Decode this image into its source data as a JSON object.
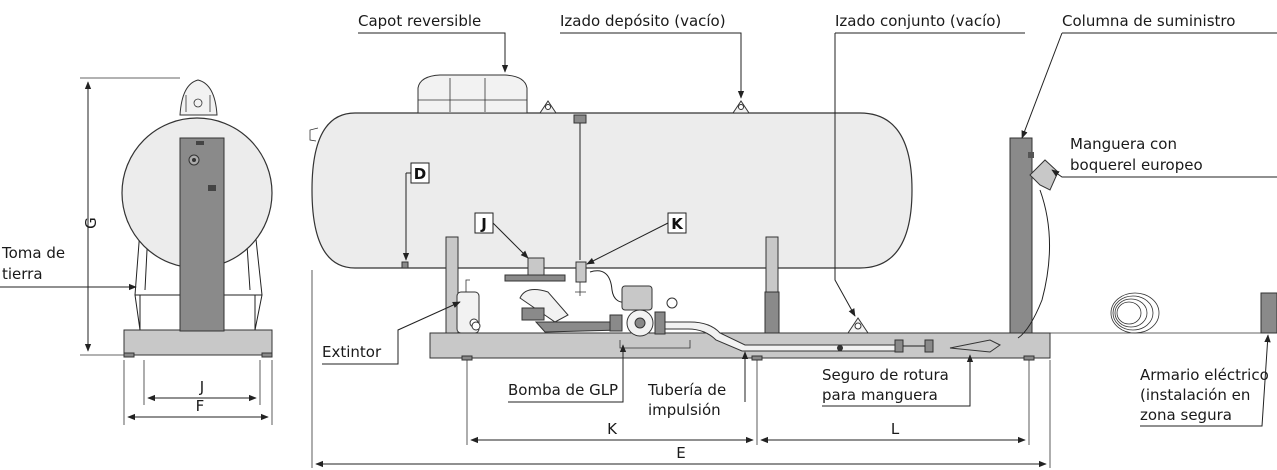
{
  "labels": {
    "capot": "Capot reversible",
    "izado_deposito": "Izado depósito (vacío)",
    "izado_conjunto": "Izado conjunto (vacío)",
    "columna": "Columna de suministro",
    "manguera_1": "Manguera con",
    "manguera_2": "boquerel europeo",
    "toma_1": "Toma de",
    "toma_2": "tierra",
    "extintor": "Extintor",
    "bomba": "Bomba de GLP",
    "tuberia_1": "Tubería de",
    "tuberia_2": "impulsión",
    "seguro_1": "Seguro de rotura",
    "seguro_2": "para manguera",
    "armario_1": "Armario eléctrico",
    "armario_2": "(instalación en",
    "armario_3": "zona segura"
  },
  "markers": {
    "d": "D",
    "j": "J",
    "k": "K"
  },
  "dimensions": {
    "g": "G",
    "j": "J",
    "f": "F",
    "k": "K",
    "l": "L",
    "e": "E"
  }
}
